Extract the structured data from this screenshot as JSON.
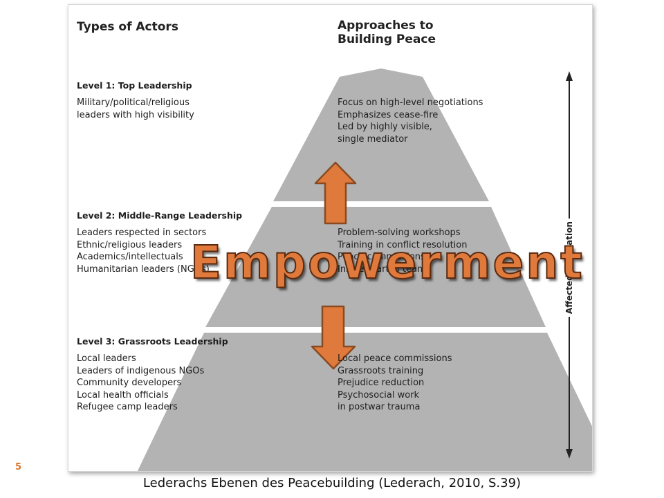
{
  "headers": {
    "actors": "Types of Actors",
    "approaches": [
      "Approaches to",
      "Building Peace"
    ]
  },
  "levels": [
    {
      "title": "Level 1: Top Leadership",
      "actors": [
        "Military/political/religious",
        "leaders with high visibility"
      ],
      "approaches": [
        "Focus on high-level negotiations",
        "Emphasizes cease-fire",
        "Led by highly visible,",
        "single mediator"
      ]
    },
    {
      "title": "Level 2: Middle-Range Leadership",
      "actors": [
        "Leaders respected in sectors",
        "Ethnic/religious leaders",
        "Academics/intellectuals",
        "Humanitarian leaders (NGOs)"
      ],
      "approaches": [
        "Problem-solving workshops",
        "Training in conflict resolution",
        "Peace commissions",
        "Insider-partial teams"
      ]
    },
    {
      "title": "Level 3: Grassroots Leadership",
      "actors": [
        "Local leaders",
        "Leaders of indigenous NGOs",
        "Community developers",
        "Local health officials",
        "Refugee camp leaders"
      ],
      "approaches": [
        "Local peace commissions",
        "Grassroots training",
        "Prejudice reduction",
        "Psychosocial work",
        "in postwar trauma"
      ]
    }
  ],
  "axis_label": "Affected Population",
  "overlay_text": "Empowerment",
  "page_number": "5",
  "caption": "Lederachs Ebenen des Peacebuilding (Lederach, 2010, S.39)",
  "colors": {
    "pyramid": "#b3b3b3",
    "arrow_fill": "#e07a3c",
    "arrow_stroke": "#8a4a20",
    "overlay_text": "#e07a3c",
    "page_number": "#d9772f"
  },
  "icons": {
    "up_arrow": "up-arrow-icon",
    "down_arrow": "down-arrow-icon",
    "axis_arrows": "double-headed-vertical-arrow-icon"
  }
}
